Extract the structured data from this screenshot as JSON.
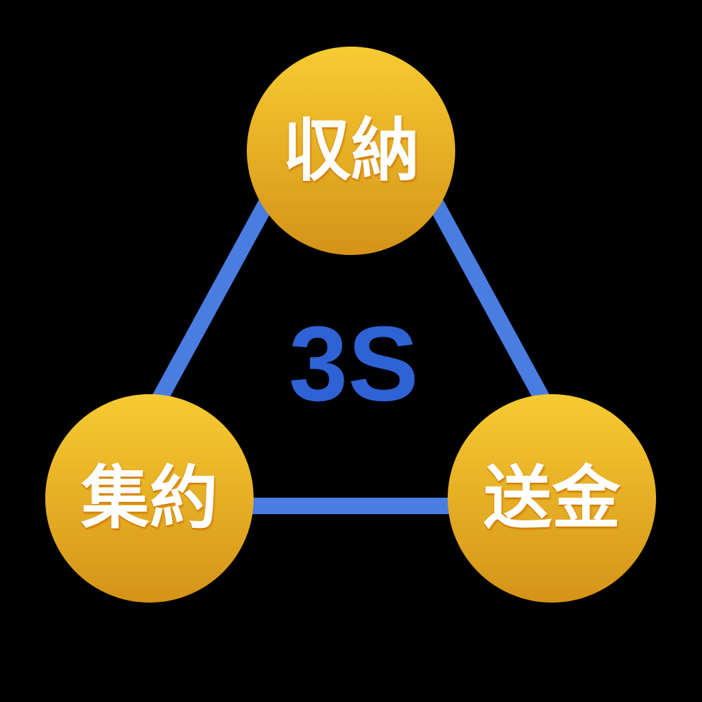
{
  "diagram": {
    "center_label": "3S",
    "nodes": [
      {
        "id": "top",
        "label": "収納"
      },
      {
        "id": "bottom-left",
        "label": "集約"
      },
      {
        "id": "bottom-right",
        "label": "送金"
      }
    ],
    "colors": {
      "background": "#000000",
      "node_gradient_top": "#F7CB32",
      "node_gradient_bottom": "#D59318",
      "connector_line": "#4A7DE2",
      "center_label_text": "#2F62D4",
      "node_text": "#FFFFFF",
      "node_text_outline": "#D17D04"
    }
  }
}
